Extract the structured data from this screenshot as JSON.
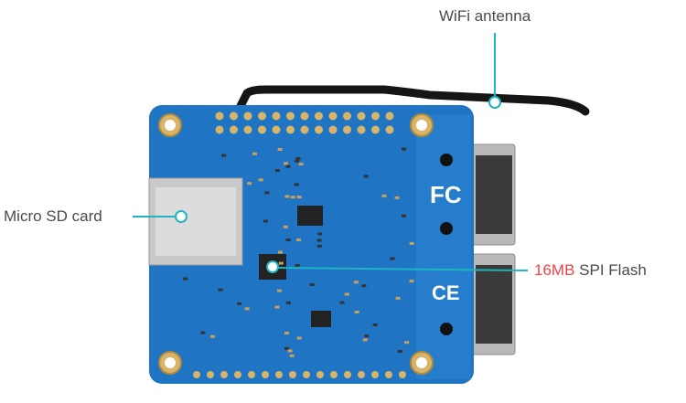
{
  "colors": {
    "accent": "#1fb5bf",
    "highlight": "#e8434a",
    "board": "#1f74c4"
  },
  "callouts": {
    "wifi": {
      "label": "WiFi antenna"
    },
    "sd": {
      "label": "Micro SD card"
    },
    "flash": {
      "highlight": "16MB",
      "label": "SPI Flash"
    }
  }
}
